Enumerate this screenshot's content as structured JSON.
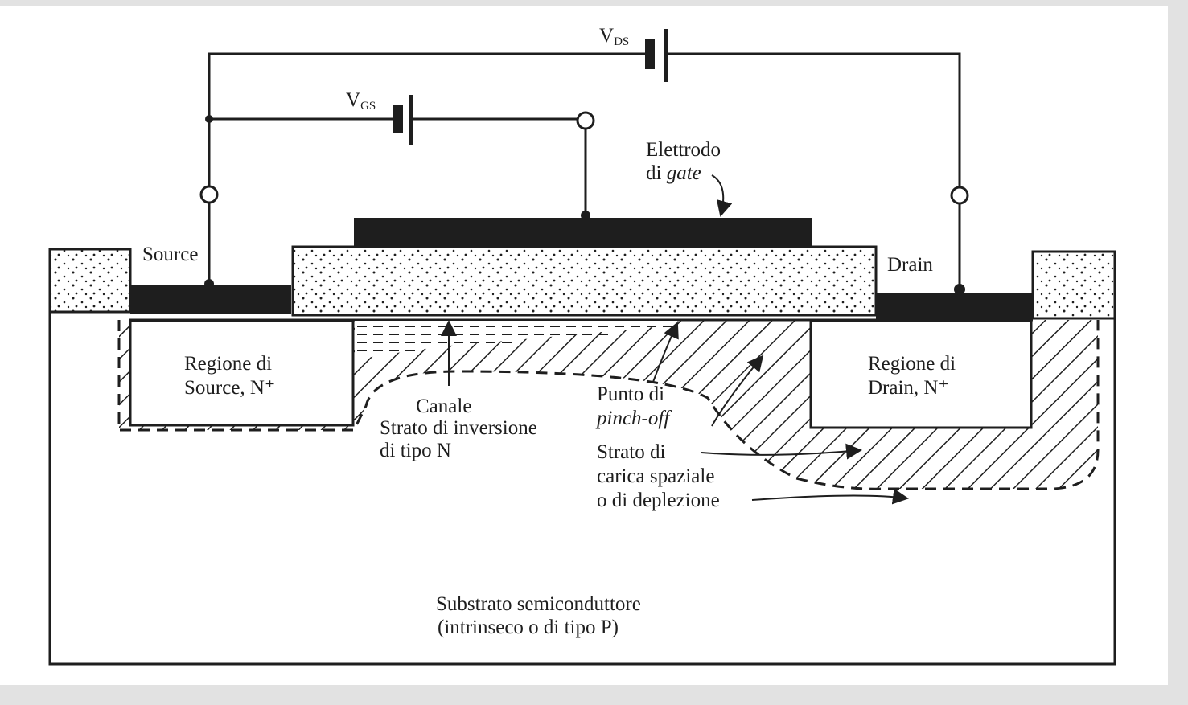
{
  "diagram": {
    "voltages": {
      "vds": {
        "main": "V",
        "sub": "DS"
      },
      "vgs": {
        "main": "V",
        "sub": "GS"
      }
    },
    "terminals": {
      "source": "Source",
      "drain": "Drain"
    },
    "gate_electrode": {
      "line1": "Elettrodo",
      "line2_prefix": "di ",
      "line2_italic": "gate"
    },
    "source_region": {
      "line1": "Regione di",
      "line2": "Source, N⁺"
    },
    "drain_region": {
      "line1": "Regione di",
      "line2": "Drain, N⁺"
    },
    "channel": {
      "title": "Canale",
      "line1": "Strato di inversione",
      "line2": "di tipo N"
    },
    "pinch_off": {
      "line1": "Punto di",
      "line2": "pinch-off"
    },
    "depletion": {
      "line1": "Strato di",
      "line2": "carica spaziale",
      "line3": "o di deplezione"
    },
    "substrate": {
      "line1": "Substrato semiconduttore",
      "line2": "(intrinseco o di tipo P)"
    }
  },
  "colors": {
    "ink": "#1e1e1e",
    "paper": "#ffffff",
    "margin": "#e2e2e2"
  }
}
